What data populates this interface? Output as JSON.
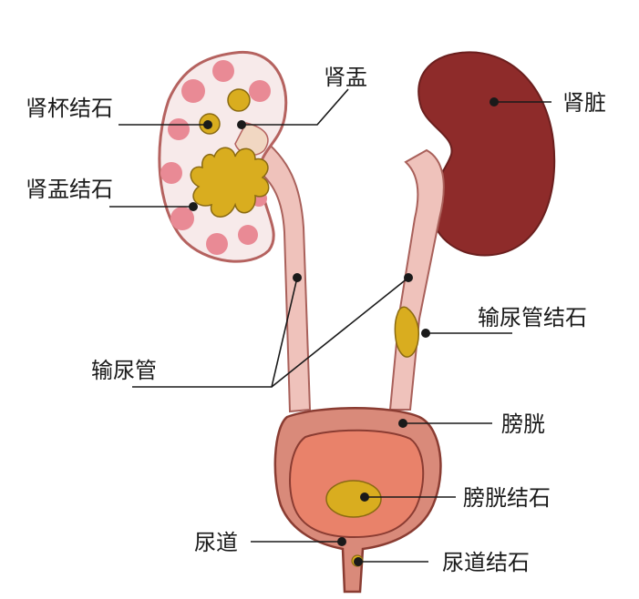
{
  "labels": {
    "kidney_calyx_stone": "肾杯结石",
    "renal_pelvis": "肾盂",
    "kidney": "肾脏",
    "renal_pelvis_stone": "肾盂结石",
    "ureter_stone": "输尿管结石",
    "ureter": "输尿管",
    "bladder": "膀胱",
    "bladder_stone": "膀胱结石",
    "urethra": "尿道",
    "urethra_stone": "尿道结石"
  },
  "colors": {
    "kidney": "#8e2b2a",
    "kidney_section_fill": "#f7eaea",
    "kidney_section_outline": "#b5625f",
    "calyx_pink": "#e98a95",
    "stone_yellow": "#d9ad1f",
    "stone_outline": "#8a6a12",
    "ureter": "#efc2bb",
    "ureter_outline": "#a9605a",
    "bladder_outer": "#d98a7a",
    "bladder_inner": "#e9826a",
    "bladder_outline": "#8a3c32",
    "leader_lines": "#1a1a1a"
  }
}
